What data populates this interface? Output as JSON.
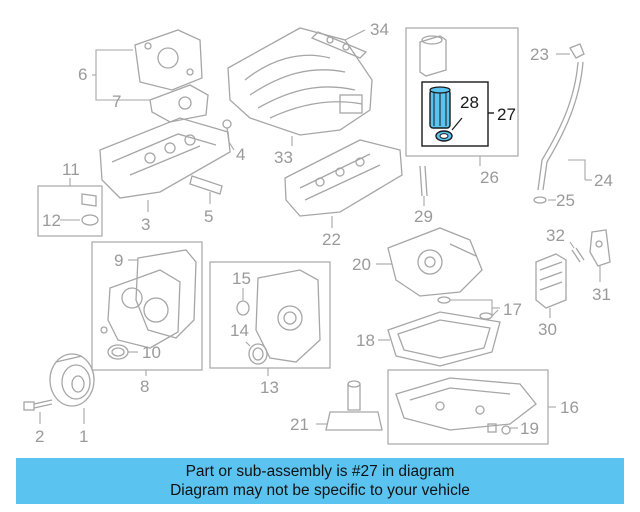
{
  "callouts": {
    "c1": "1",
    "c2": "2",
    "c3": "3",
    "c4": "4",
    "c5": "5",
    "c6": "6",
    "c7": "7",
    "c8": "8",
    "c9": "9",
    "c10": "10",
    "c11": "11",
    "c12": "12",
    "c13": "13",
    "c14": "14",
    "c15": "15",
    "c16": "16",
    "c17": "17",
    "c18": "18",
    "c19": "19",
    "c20": "20",
    "c21": "21",
    "c22": "22",
    "c23": "23",
    "c24": "24",
    "c25": "25",
    "c26": "26",
    "c27": "27",
    "c28": "28",
    "c29": "29",
    "c30": "30",
    "c31": "31",
    "c32": "32",
    "c33": "33",
    "c34": "34"
  },
  "highlight": {
    "part_number": "27",
    "color": "#1a1a1a"
  },
  "banner": {
    "line1": "Part or sub-assembly is #27 in diagram",
    "line2": "Diagram may not be specific to your vehicle",
    "background": "#5bc3f0"
  },
  "colors": {
    "linework": "#a6a6a6",
    "labels": "#9a9a9a"
  }
}
